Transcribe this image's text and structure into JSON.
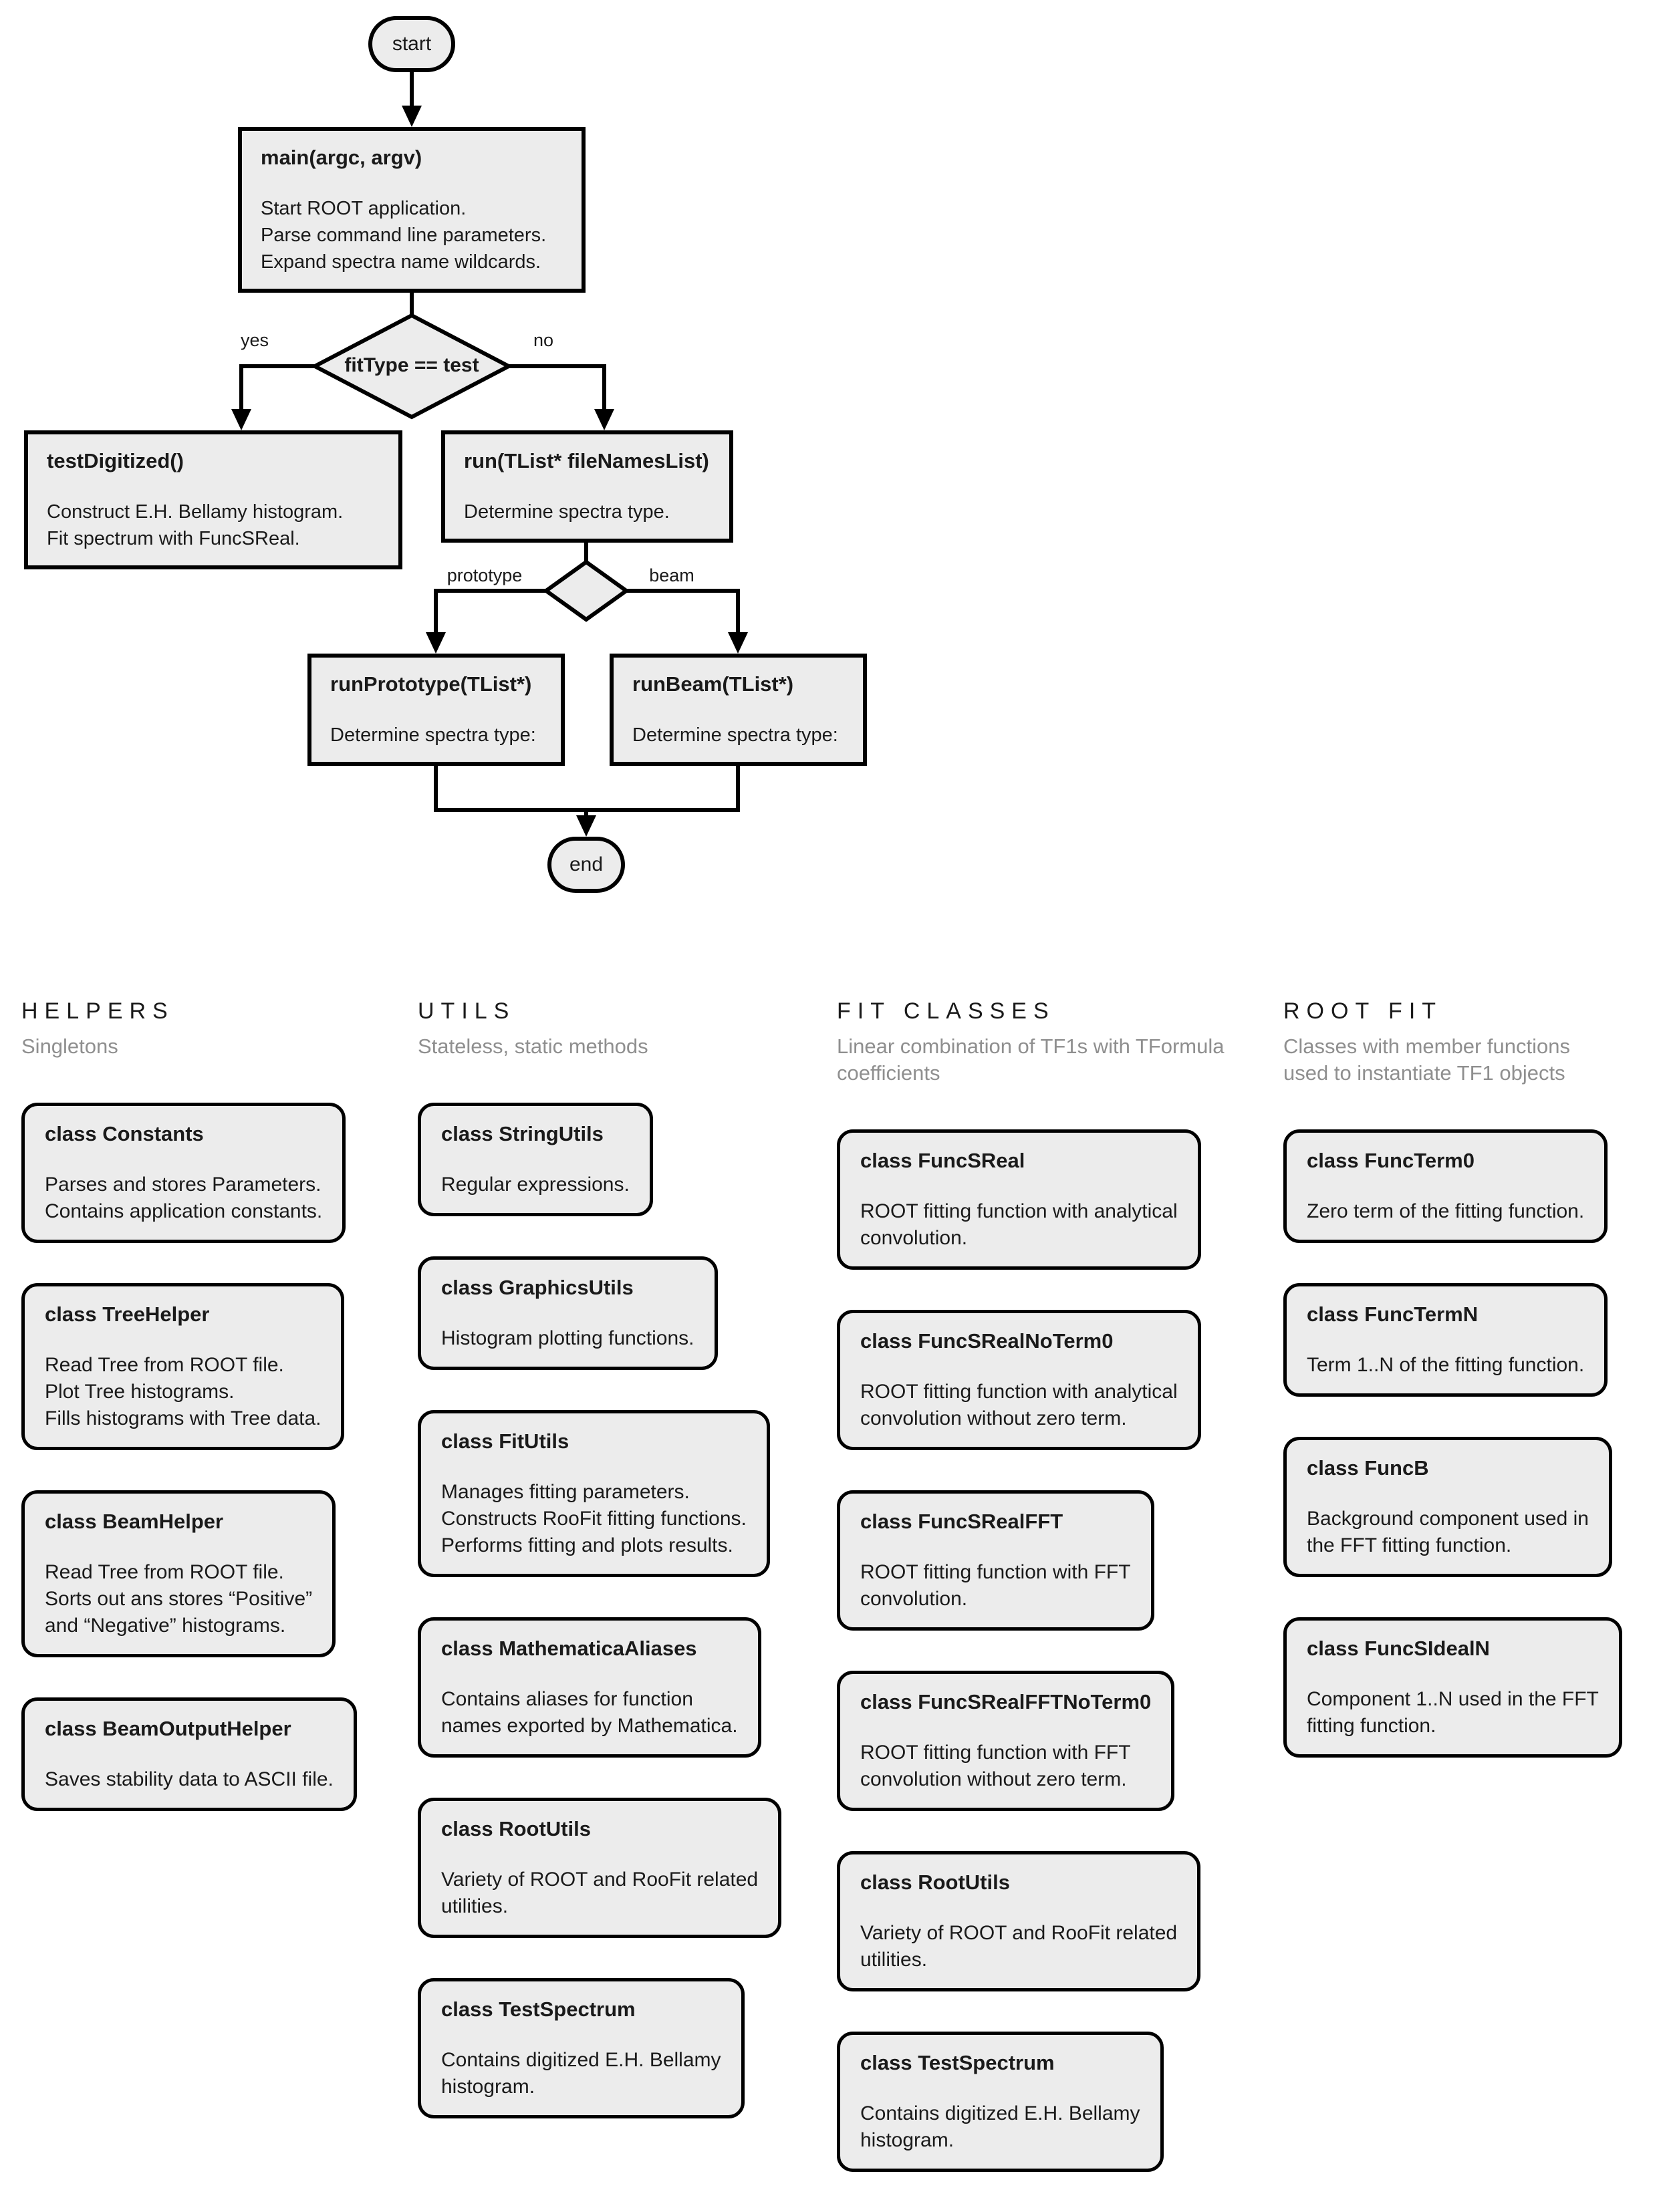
{
  "colors": {
    "node_fill": "#ececec",
    "node_border": "#000000",
    "text": "#1a1a1a",
    "subtitle_text": "#8f8f8f",
    "background": "#ffffff"
  },
  "flowchart": {
    "start_label": "start",
    "main": {
      "title": "main(argc, argv)",
      "lines": [
        "Start ROOT application.",
        "Parse command line parameters.",
        "Expand spectra name wildcards."
      ]
    },
    "decision_fittype": {
      "label": "fitType == test",
      "yes_label": "yes",
      "no_label": "no"
    },
    "test_digitized": {
      "title": "testDigitized()",
      "lines": [
        "Construct E.H. Bellamy histogram.",
        "Fit spectrum with FuncSReal."
      ]
    },
    "run": {
      "title": "run(TList* fileNamesList)",
      "lines": [
        "Determine spectra type."
      ]
    },
    "decision_spectra": {
      "left_label": "prototype",
      "right_label": "beam"
    },
    "run_prototype": {
      "title": "runPrototype(TList*)",
      "lines": [
        "Determine spectra type:"
      ]
    },
    "run_beam": {
      "title": "runBeam(TList*)",
      "lines": [
        "Determine spectra type:"
      ]
    },
    "end_label": "end"
  },
  "sections": [
    {
      "title": "HELPERS",
      "subtitle": "Singletons",
      "classes": [
        {
          "title": "class Constants",
          "lines": [
            "Parses and stores Parameters.",
            "Contains application constants."
          ]
        },
        {
          "title": "class TreeHelper",
          "lines": [
            "Read Tree from ROOT file.",
            "Plot Tree histograms.",
            "Fills histograms with Tree data."
          ]
        },
        {
          "title": "class BeamHelper",
          "lines": [
            "Read Tree from ROOT file.",
            "Sorts out ans stores “Positive”",
            "and “Negative” histograms."
          ]
        },
        {
          "title": "class BeamOutputHelper",
          "lines": [
            "Saves stability data to ASCII file."
          ]
        }
      ]
    },
    {
      "title": "UTILS",
      "subtitle": "Stateless, static methods",
      "classes": [
        {
          "title": "class StringUtils",
          "lines": [
            "Regular expressions."
          ]
        },
        {
          "title": "class GraphicsUtils",
          "lines": [
            "Histogram plotting functions."
          ]
        },
        {
          "title": "class FitUtils",
          "lines": [
            "Manages fitting parameters.",
            "Constructs RooFit fitting functions.",
            "Performs fitting and plots results."
          ]
        },
        {
          "title": "class MathematicaAliases",
          "lines": [
            "Contains aliases for function",
            "names exported by Mathematica."
          ]
        },
        {
          "title": "class RootUtils",
          "lines": [
            "Variety of ROOT and RooFit related",
            "utilities."
          ]
        },
        {
          "title": "class TestSpectrum",
          "lines": [
            "Contains digitized E.H. Bellamy",
            "histogram."
          ]
        }
      ]
    },
    {
      "title": "FIT CLASSES",
      "subtitle": "Linear combination of TF1s with TFormula coefficients",
      "classes": [
        {
          "title": "class FuncSReal",
          "lines": [
            "ROOT fitting function with analytical",
            "convolution."
          ]
        },
        {
          "title": "class FuncSRealNoTerm0",
          "lines": [
            "ROOT fitting function with analytical",
            "convolution without zero term."
          ]
        },
        {
          "title": "class FuncSRealFFT",
          "lines": [
            "ROOT fitting function with FFT",
            "convolution."
          ]
        },
        {
          "title": "class FuncSRealFFTNoTerm0",
          "lines": [
            "ROOT fitting function with FFT",
            "convolution without zero term."
          ]
        },
        {
          "title": "class RootUtils",
          "lines": [
            "Variety of ROOT and RooFit related",
            "utilities."
          ]
        },
        {
          "title": "class TestSpectrum",
          "lines": [
            "Contains digitized E.H. Bellamy",
            "histogram."
          ]
        }
      ]
    },
    {
      "title": "ROOT FIT",
      "subtitle": "Classes with member functions used to instantiate TF1 objects",
      "classes": [
        {
          "title": "class FuncTerm0",
          "lines": [
            "Zero term of the fitting function."
          ]
        },
        {
          "title": "class FuncTermN",
          "lines": [
            "Term 1..N of the fitting function."
          ]
        },
        {
          "title": "class FuncB",
          "lines": [
            "Background component used in",
            "the FFT fitting function."
          ]
        },
        {
          "title": "class FuncSIdealN",
          "lines": [
            "Component 1..N used in the FFT",
            "fitting function."
          ]
        }
      ]
    }
  ]
}
